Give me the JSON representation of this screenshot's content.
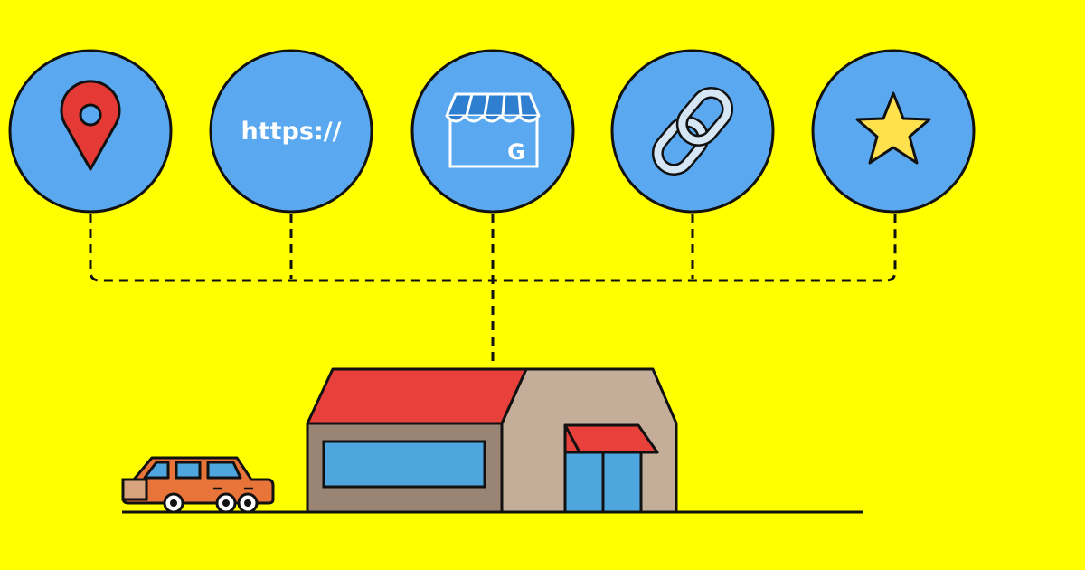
{
  "colors": {
    "background": "#FFFF00",
    "circle_fill": "#5AA9F0",
    "outline": "#111111",
    "roof_red": "#E8403A",
    "building_side": "#C4AE9A",
    "building_front": "#9A8474",
    "window_blue": "#4FA6DE",
    "car_orange": "#E8743A",
    "star_yellow": "#FFE14D",
    "pin_red": "#E53935"
  },
  "icons": [
    {
      "name": "location-pin-icon"
    },
    {
      "name": "https-url-icon",
      "label": "https://"
    },
    {
      "name": "google-business-store-icon",
      "label": "G"
    },
    {
      "name": "chain-link-icon"
    },
    {
      "name": "star-icon"
    }
  ],
  "scene": {
    "building": "store-building",
    "vehicle": "car"
  }
}
